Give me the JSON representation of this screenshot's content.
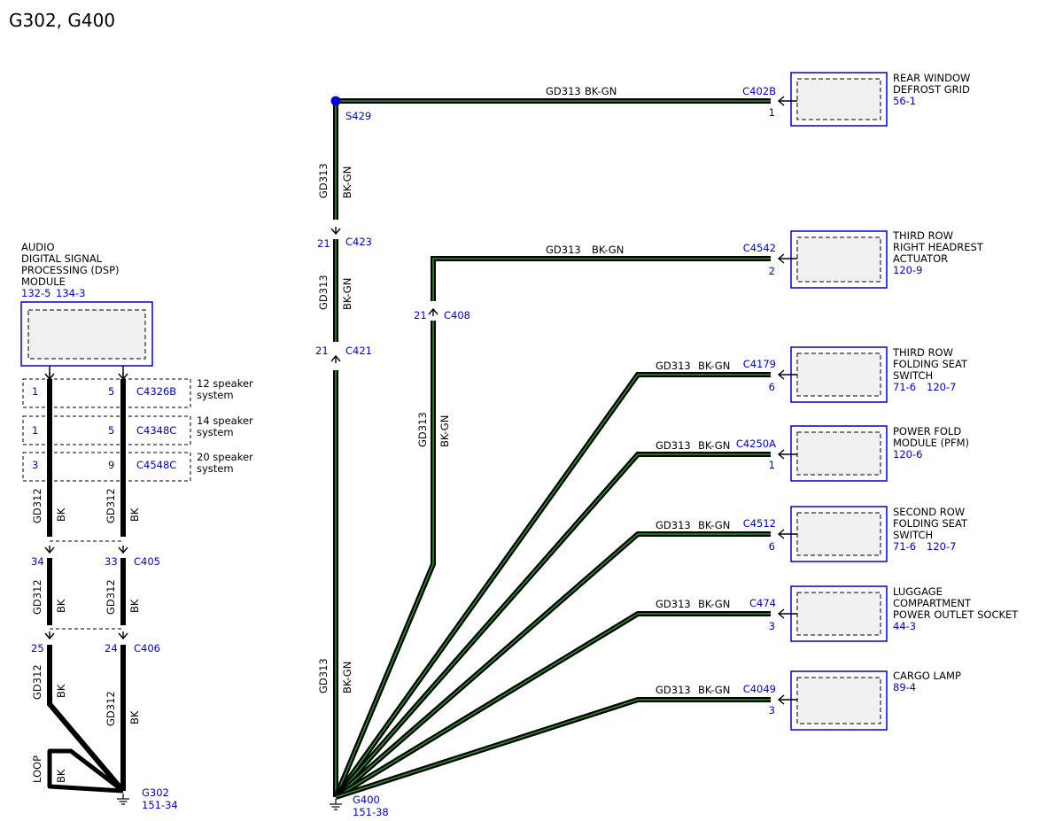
{
  "page": {
    "title": "G302, G400"
  },
  "colors": {
    "wire_outer": "#000000",
    "wire_stripe": "#2f8f2f",
    "ref_blue": "#0000d0",
    "box_border": "#0000d0",
    "box_fill": "#f0f0f0"
  },
  "dsp": {
    "name_lines": [
      "AUDIO",
      "DIGITAL SIGNAL",
      "PROCESSING (DSP)",
      "MODULE"
    ],
    "ref_a": "132-5",
    "ref_b": "134-3",
    "variants": [
      {
        "pin_left": "1",
        "pin_right": "5",
        "connector": "C4326B",
        "desc_1": "12 speaker",
        "desc_2": "system"
      },
      {
        "pin_left": "1",
        "pin_right": "5",
        "connector": "C4348C",
        "desc_1": "14 speaker",
        "desc_2": "system"
      },
      {
        "pin_left": "3",
        "pin_right": "9",
        "connector": "C4548C",
        "desc_1": "20 speaker",
        "desc_2": "system"
      }
    ],
    "c405": {
      "connector": "C405",
      "pin_left": "34",
      "pin_right": "33"
    },
    "c406": {
      "connector": "C406",
      "pin_left": "25",
      "pin_right": "24"
    },
    "circuit": "GD312",
    "color": "BK",
    "loop_label": "LOOP",
    "ground": {
      "name": "G302",
      "ref": "151-34"
    }
  },
  "trunk": {
    "splice": "S429",
    "circuit": "GD313",
    "color": "BK-GN",
    "c423": {
      "connector": "C423",
      "pin": "21"
    },
    "c421": {
      "connector": "C421",
      "pin": "21"
    },
    "c408": {
      "connector": "C408",
      "pin": "21"
    },
    "ground": {
      "name": "G400",
      "ref": "151-38"
    }
  },
  "branches": [
    {
      "circuit": "GD313",
      "color": "BK-GN",
      "connector": "C402B",
      "pin": "1",
      "name_lines": [
        "REAR WINDOW",
        "DEFROST GRID"
      ],
      "refs": [
        "56-1"
      ]
    },
    {
      "circuit": "GD313",
      "color": "BK-GN",
      "connector": "C4542",
      "pin": "2",
      "name_lines": [
        "THIRD ROW",
        "RIGHT HEADREST",
        "ACTUATOR"
      ],
      "refs": [
        "120-9"
      ]
    },
    {
      "circuit": "GD313",
      "color": "BK-GN",
      "connector": "C4179",
      "pin": "6",
      "name_lines": [
        "THIRD ROW",
        "FOLDING SEAT",
        "SWITCH"
      ],
      "refs": [
        "71-6",
        "120-7"
      ]
    },
    {
      "circuit": "GD313",
      "color": "BK-GN",
      "connector": "C4250A",
      "pin": "1",
      "name_lines": [
        "POWER FOLD",
        "MODULE (PFM)"
      ],
      "refs": [
        "120-6"
      ]
    },
    {
      "circuit": "GD313",
      "color": "BK-GN",
      "connector": "C4512",
      "pin": "6",
      "name_lines": [
        "SECOND ROW",
        "FOLDING SEAT",
        "SWITCH"
      ],
      "refs": [
        "71-6",
        "120-7"
      ]
    },
    {
      "circuit": "GD313",
      "color": "BK-GN",
      "connector": "C474",
      "pin": "3",
      "name_lines": [
        "LUGGAGE",
        "COMPARTMENT",
        "POWER OUTLET SOCKET"
      ],
      "refs": [
        "44-3"
      ]
    },
    {
      "circuit": "GD313",
      "color": "BK-GN",
      "connector": "C4049",
      "pin": "3",
      "name_lines": [
        "CARGO LAMP"
      ],
      "refs": [
        "89-4"
      ]
    }
  ]
}
